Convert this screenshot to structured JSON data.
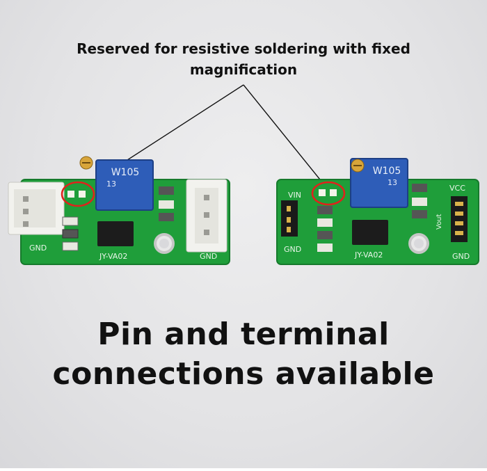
{
  "annotation": {
    "line1": "Reserved for resistive soldering with fixed",
    "line2": "magnification"
  },
  "headline": {
    "line1": "Pin and terminal",
    "line2": "connections available"
  },
  "left_board": {
    "pot_label": "W105",
    "pot_sub": "13",
    "model": "JY-VA02",
    "gnd_left": "GND",
    "gnd_right": "GND"
  },
  "right_board": {
    "pot_label": "W105",
    "pot_sub": "13",
    "model": "JY-VA02",
    "vin": "VIN",
    "gnd_left": "GND",
    "vcc": "VCC",
    "vout": "Vout",
    "gnd_right": "GND"
  },
  "colors": {
    "pcb_green": "#1f9e3a",
    "potentiometer_blue": "#2e5db8",
    "highlight_circle": "#e0221c",
    "connector_white": "#f2f2ee"
  }
}
